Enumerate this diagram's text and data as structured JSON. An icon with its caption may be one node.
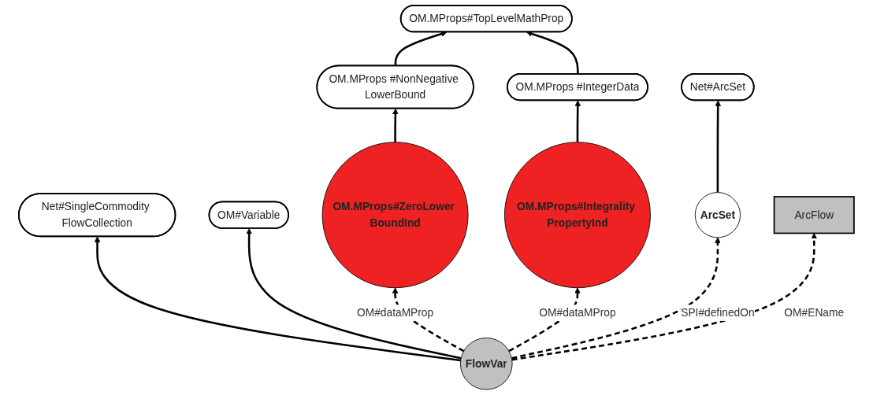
{
  "diagram": {
    "nodes": [
      {
        "text": [
          "OM.MProps#TopLevelMathProp"
        ]
      },
      {
        "text": [
          "OM.MProps #IntegerData"
        ]
      },
      {
        "text": [
          "Net#SingleCommodity FlowCollection"
        ]
      },
      {
        "text": [
          "OM.MProps #NonNegative LowerBound"
        ]
      },
      {
        "text": [
          "OM#Variable"
        ]
      },
      {
        "text": [
          "Net#ArcSet"
        ]
      },
      {
        "text": [
          "OM.MProps#Integrality PropertyInd"
        ]
      },
      {
        "text": [
          "OM.MProps#ZeroLower BoundInd"
        ]
      },
      {
        "text": [
          "FlowVar"
        ]
      },
      {
        "text": [
          "ArcSet"
        ]
      },
      {
        "text": [
          "ArcFlow"
        ]
      }
    ],
    "edges": [
      {
        "from": 3,
        "to": 0,
        "arrow": "to"
      },
      {
        "from": 1,
        "to": 0,
        "arrow": "to"
      },
      {
        "from": 6,
        "to": 1,
        "arrow": "to"
      },
      {
        "from": 7,
        "to": 3,
        "arrow": "to"
      },
      {
        "from": 8,
        "to": 2,
        "arrow": "to"
      },
      {
        "from": 8,
        "to": 4,
        "arrow": "to"
      },
      {
        "from": 8,
        "to": 6,
        "arrow": "to",
        "style": "dashed",
        "label": "OM#dataMProp"
      },
      {
        "from": 8,
        "to": 7,
        "arrow": "to",
        "style": "dashed",
        "label": "OM#dataMProp"
      },
      {
        "from": 8,
        "to": 9,
        "arrow": "to",
        "style": "dashed",
        "label": "SPI#definedOn"
      },
      {
        "from": 8,
        "to": 10,
        "arrow": "to",
        "style": "dashed",
        "label": "OM#EName"
      },
      {
        "from": 9,
        "to": 5,
        "arrow": "to"
      }
    ]
  }
}
